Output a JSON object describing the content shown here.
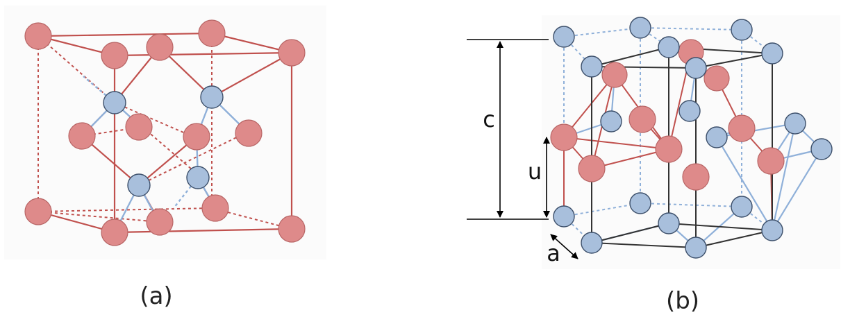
{
  "panels": [
    {
      "id": "a",
      "caption": "(a)"
    },
    {
      "id": "b",
      "caption": "(b)"
    }
  ],
  "dimension_labels": {
    "c": "c",
    "u": "u",
    "a": "a"
  },
  "colors": {
    "atom_red_fill": "#de8a8a",
    "atom_red_stroke": "#b86565",
    "atom_blue_fill": "#a8bfdc",
    "atom_blue_stroke": "#3c4f6a",
    "bond_red": "#c0504d",
    "bond_blue": "#8fb0d9",
    "cell_edge": "#333333",
    "arrow": "#000000"
  }
}
